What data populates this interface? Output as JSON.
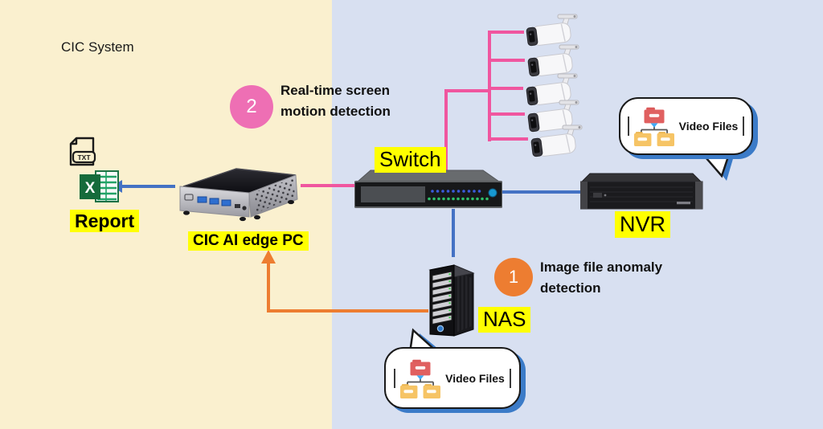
{
  "system": {
    "title": "CIC System"
  },
  "steps": {
    "step1": {
      "number": "1",
      "line1": "Image file anomaly",
      "line2": "detection",
      "color": "#ED7D31"
    },
    "step2": {
      "number": "2",
      "line1": "Real-time screen",
      "line2": "motion detection",
      "color": "#EE6FB4"
    }
  },
  "devices": {
    "report": {
      "label": "Report"
    },
    "edge_pc": {
      "label": "CIC AI edge PC"
    },
    "switch": {
      "label": "Switch"
    },
    "nvr": {
      "label": "NVR"
    },
    "nas": {
      "label": "NAS"
    },
    "cameras": {
      "count": 5
    }
  },
  "bubbles": {
    "nvr_bubble": {
      "label": "Video Files"
    },
    "nas_bubble": {
      "label": "Video Files"
    }
  },
  "icons": {
    "txt_label": "TXT",
    "excel_letter": "X"
  },
  "colors": {
    "background_left": "#FAF0CF",
    "background_right": "#D8E0F1",
    "camera_link": "#F0569F",
    "data_link": "#4472C4",
    "report_flow": "#ED7D31",
    "highlight": "#FFFF00",
    "bubble_shadow": "#3B7BC8"
  }
}
